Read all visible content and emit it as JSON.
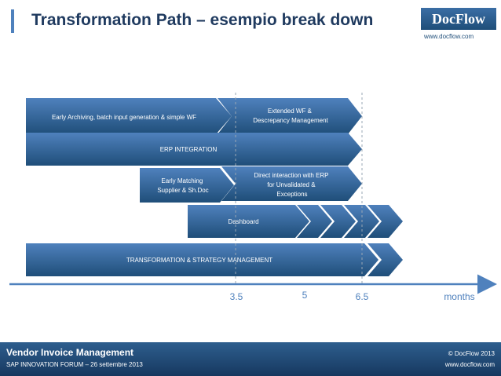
{
  "header": {
    "title": "Transformation Path – esempio break down",
    "logo_text": "DocFlow",
    "logo_url": "www.docflow.com"
  },
  "bars": [
    {
      "id": "early-archiving",
      "label": "Early Archiving, batch input generation & simple WF"
    },
    {
      "id": "extended-wf",
      "label_lines": [
        "Extended WF &",
        "Descrepancy Management"
      ]
    },
    {
      "id": "erp-integration",
      "label": "ERP  INTEGRATION"
    },
    {
      "id": "early-matching",
      "label_lines": [
        "Early Matching",
        "Supplier & Sh.Doc"
      ]
    },
    {
      "id": "direct-interaction",
      "label_lines": [
        "Direct interaction with ERP",
        "for Unvalidated &",
        "Exceptions"
      ]
    },
    {
      "id": "dashboard",
      "label": "Dashboard"
    },
    {
      "id": "transformation",
      "label": "TRANSFORMATION & STRATEGY MANAGEMENT"
    }
  ],
  "axis": {
    "ticks": [
      "3.5",
      "5",
      "6.5"
    ],
    "unit_label": "months"
  },
  "footer": {
    "left_title": "Vendor Invoice Management",
    "left_subtitle": "SAP INNOVATION FORUM – 26 settembre 2013",
    "right_copyright": "© DocFlow 2013",
    "right_url": "www.docflow.com"
  },
  "colors": {
    "bar_dark": "#1f4e79",
    "bar_light": "#4f81bd",
    "axis": "#4f81bd",
    "title": "#1f3a5f"
  }
}
